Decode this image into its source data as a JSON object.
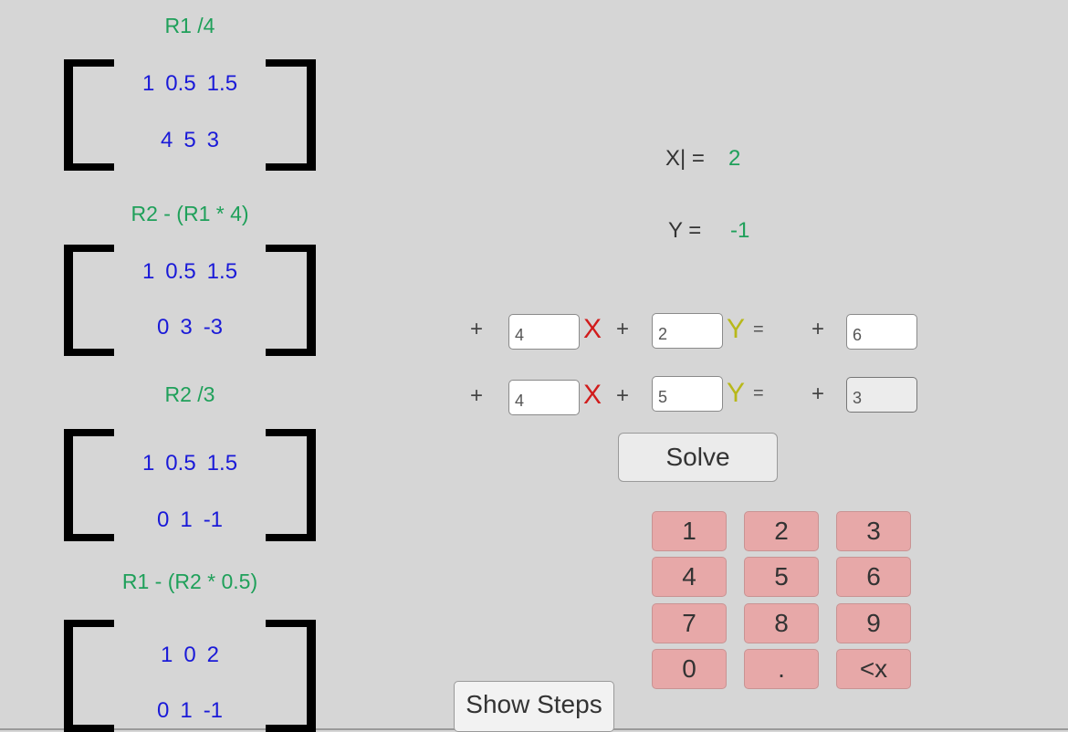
{
  "steps": [
    {
      "title": "R1 /4",
      "rows": [
        [
          "1",
          "0.5",
          "1.5"
        ],
        [
          "4",
          "5",
          "3"
        ]
      ]
    },
    {
      "title": "R2 - (R1 * 4)",
      "rows": [
        [
          "1",
          "0.5",
          "1.5"
        ],
        [
          "0",
          "3",
          "-3"
        ]
      ]
    },
    {
      "title": "R2 /3",
      "rows": [
        [
          "1",
          "0.5",
          "1.5"
        ],
        [
          "0",
          "1",
          "-1"
        ]
      ]
    },
    {
      "title": "R1 - (R2 * 0.5)",
      "rows": [
        [
          "1",
          "0",
          "2"
        ],
        [
          "0",
          "1",
          "-1"
        ]
      ]
    }
  ],
  "results": {
    "x_label": "X| =",
    "x_value": "2",
    "y_label": "Y =",
    "y_value": "-1"
  },
  "equations": [
    {
      "sign1": "+",
      "coef_x": "4",
      "var_x": "X",
      "sign2": "+",
      "coef_y": "2",
      "var_y": "Y",
      "equals": "=",
      "sign3": "+",
      "constant": "6"
    },
    {
      "sign1": "+",
      "coef_x": "4",
      "var_x": "X",
      "sign2": "+",
      "coef_y": "5",
      "var_y": "Y",
      "equals": "=",
      "sign3": "+",
      "constant": "3"
    }
  ],
  "buttons": {
    "solve": "Solve",
    "show_steps": "Show Steps"
  },
  "keypad": [
    "1",
    "2",
    "3",
    "4",
    "5",
    "6",
    "7",
    "8",
    "9",
    "0",
    ".",
    "<x"
  ],
  "colors": {
    "background": "#d6d6d6",
    "step_title": "#1fa05a",
    "matrix_value": "#1a1ad8",
    "result_value": "#1fa05a",
    "var_x": "#d11c1c",
    "var_y": "#b8b81a",
    "keypad_bg": "#e7a8a8"
  }
}
